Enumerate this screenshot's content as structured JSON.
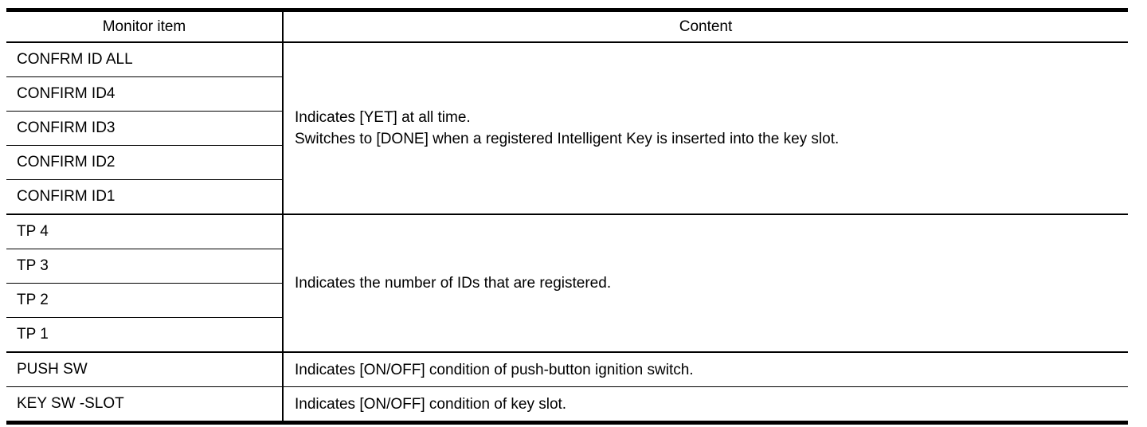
{
  "table": {
    "headers": {
      "monitor_item": "Monitor item",
      "content": "Content"
    },
    "groups": [
      {
        "items": [
          "CONFRM ID ALL",
          "CONFIRM ID4",
          "CONFIRM ID3",
          "CONFIRM ID2",
          "CONFIRM ID1"
        ],
        "content": "Indicates [YET] at all time.\nSwitches to [DONE] when a registered Intelligent Key is inserted into the key slot."
      },
      {
        "items": [
          "TP 4",
          "TP 3",
          "TP 2",
          "TP 1"
        ],
        "content": "Indicates the number of IDs that are registered."
      },
      {
        "items": [
          "PUSH SW"
        ],
        "content": "Indicates [ON/OFF] condition of push-button ignition switch."
      },
      {
        "items": [
          "KEY SW -SLOT"
        ],
        "content": "Indicates [ON/OFF] condition of key slot."
      }
    ],
    "colors": {
      "border": "#000000",
      "text": "#000000",
      "background": "#ffffff"
    }
  }
}
